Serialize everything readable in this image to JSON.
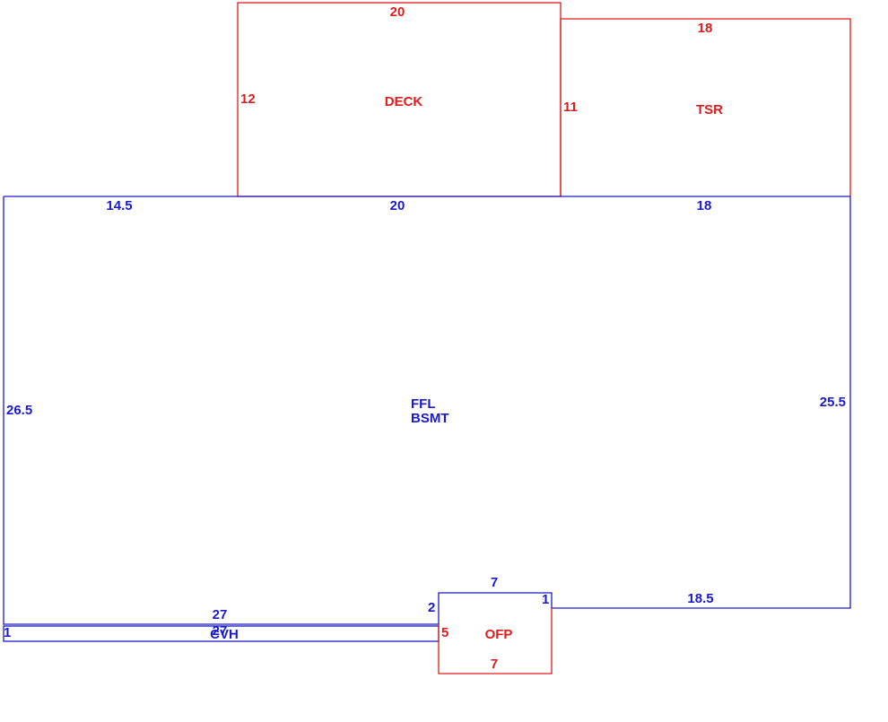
{
  "colors": {
    "main": "#1a1acc",
    "addition": "#e01b1b"
  },
  "areas": {
    "deck": {
      "label": "DECK",
      "top": "20",
      "left": "12"
    },
    "tsr": {
      "label": "TSR",
      "top": "18",
      "left": "11"
    },
    "main": {
      "label_1": "FFL",
      "label_2": "BSMT",
      "top_1": "14.5",
      "top_2": "20",
      "top_3": "18",
      "left": "26.5",
      "right": "25.5",
      "bottom_right": "18.5",
      "bottom_left": "27"
    },
    "garage_bump": {
      "top": "7",
      "left": "2",
      "right": "1"
    },
    "cvh": {
      "label": "CVH",
      "side": "1",
      "overlap": "27"
    },
    "ofp": {
      "label": "OFP",
      "bottom": "7",
      "left": "5"
    }
  }
}
